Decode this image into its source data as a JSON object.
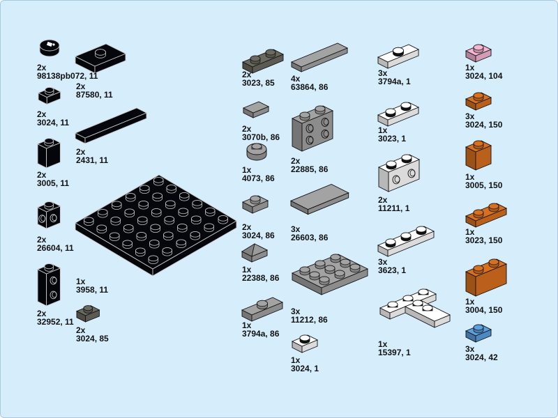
{
  "colors": {
    "background": "#d6edfc",
    "11": "#05070d",
    "85": "#6b6a60",
    "86": "#a3a3a3",
    "1": "#ffffff",
    "104": "#f5b5d2",
    "150": "#d9701e",
    "42": "#5a9fe0"
  },
  "parts": [
    {
      "qty": "2x",
      "part": "98138pb072, 11",
      "color": "11"
    },
    {
      "qty": "2x",
      "part": "87580, 11",
      "color": "11"
    },
    {
      "qty": "2x",
      "part": "3024, 11",
      "color": "11"
    },
    {
      "qty": "2x",
      "part": "2431, 11",
      "color": "11"
    },
    {
      "qty": "2x",
      "part": "3005, 11",
      "color": "11"
    },
    {
      "qty": "2x",
      "part": "26604, 11",
      "color": "11"
    },
    {
      "qty": "1x",
      "part": "3958, 11",
      "color": "11"
    },
    {
      "qty": "2x",
      "part": "32952, 11",
      "color": "11"
    },
    {
      "qty": "2x",
      "part": "3024, 85",
      "color": "85"
    },
    {
      "qty": "2x",
      "part": "3023, 85",
      "color": "85"
    },
    {
      "qty": "4x",
      "part": "63864, 86",
      "color": "86"
    },
    {
      "qty": "2x",
      "part": "3070b, 86",
      "color": "86"
    },
    {
      "qty": "2x",
      "part": "22885, 86",
      "color": "86"
    },
    {
      "qty": "1x",
      "part": "4073, 86",
      "color": "86"
    },
    {
      "qty": "2x",
      "part": "3024, 86",
      "color": "86"
    },
    {
      "qty": "3x",
      "part": "26603, 86",
      "color": "86"
    },
    {
      "qty": "1x",
      "part": "22388, 86",
      "color": "86"
    },
    {
      "qty": "3x",
      "part": "11212, 86",
      "color": "86"
    },
    {
      "qty": "1x",
      "part": "3794a, 86",
      "color": "86"
    },
    {
      "qty": "1x",
      "part": "3024, 1",
      "color": "1"
    },
    {
      "qty": "3x",
      "part": "3794a, 1",
      "color": "1"
    },
    {
      "qty": "1x",
      "part": "3023, 1",
      "color": "1"
    },
    {
      "qty": "2x",
      "part": "11211, 1",
      "color": "1"
    },
    {
      "qty": "3x",
      "part": "3623, 1",
      "color": "1"
    },
    {
      "qty": "1x",
      "part": "15397, 1",
      "color": "1"
    },
    {
      "qty": "1x",
      "part": "3024, 104",
      "color": "104"
    },
    {
      "qty": "3x",
      "part": "3024, 150",
      "color": "150"
    },
    {
      "qty": "1x",
      "part": "3005, 150",
      "color": "150"
    },
    {
      "qty": "1x",
      "part": "3023, 150",
      "color": "150"
    },
    {
      "qty": "1x",
      "part": "3004, 150",
      "color": "150"
    },
    {
      "qty": "3x",
      "part": "3024, 42",
      "color": "42"
    }
  ]
}
